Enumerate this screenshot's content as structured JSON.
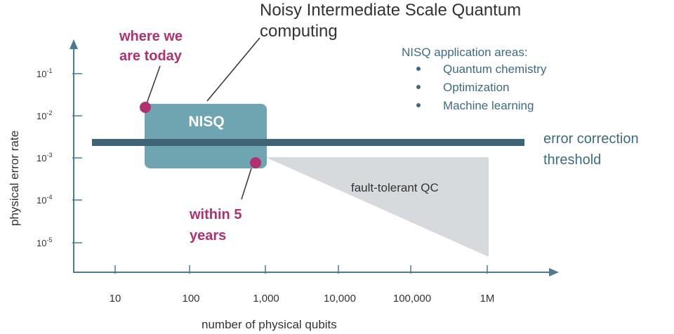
{
  "title_line1": "Noisy Intermediate Scale Quantum",
  "title_line2": "computing",
  "today": {
    "line1": "where we",
    "line2": "are today"
  },
  "five_years": {
    "line1": "within 5",
    "line2": "years"
  },
  "nisq_label": "NISQ",
  "fault_tolerant_label": "fault-tolerant QC",
  "threshold": {
    "line1": "error correction",
    "line2": "threshold"
  },
  "applications": {
    "heading": "NISQ application areas:",
    "items": [
      "Quantum chemistry",
      "Optimization",
      "Machine learning"
    ]
  },
  "axes": {
    "ylabel": "physical error rate",
    "xlabel": "number of physical qubits",
    "yticks": [
      {
        "base": "10",
        "exp": "-1"
      },
      {
        "base": "10",
        "exp": "-2"
      },
      {
        "base": "10",
        "exp": "-3"
      },
      {
        "base": "10",
        "exp": "-4"
      },
      {
        "base": "10",
        "exp": "-5"
      }
    ],
    "xticks": [
      "10",
      "100",
      "1,000",
      "10,000",
      "100,000",
      "1M"
    ]
  },
  "colors": {
    "nisq_box": "#6fa5b1",
    "threshold_line": "#3e6476",
    "fault_tolerant": "#d6dadd",
    "axis": "#4a7a92",
    "magenta": "#b0316e",
    "blue_text": "#3d6b86"
  }
}
